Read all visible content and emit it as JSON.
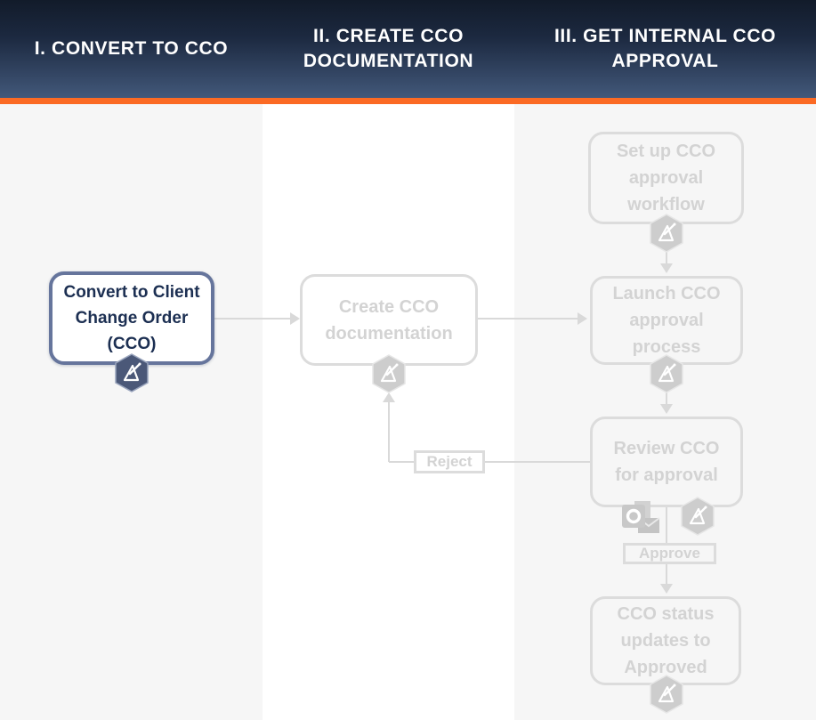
{
  "header": {
    "phases": [
      {
        "label": "I. Convert to CCO"
      },
      {
        "label": "II. Create CCO Documentation"
      },
      {
        "label": "III. Get Internal CCO Approval"
      }
    ]
  },
  "nodes": {
    "convert": {
      "label": "Convert to Client Change Order (CCO)",
      "state": "active"
    },
    "createDoc": {
      "label": "Create CCO documentation",
      "state": "inactive"
    },
    "setup": {
      "label": "Set up CCO approval workflow",
      "state": "inactive"
    },
    "launch": {
      "label": "Launch CCO approval process",
      "state": "inactive"
    },
    "review": {
      "label": "Review CCO for approval",
      "state": "inactive"
    },
    "status": {
      "label": "CCO status updates to Approved",
      "state": "inactive"
    }
  },
  "edge_labels": {
    "reject": "Reject",
    "approve": "Approve"
  },
  "icons": {
    "process_badge": "drafting-compass-hexagon-icon",
    "mail": "outlook-mail-icon"
  },
  "colors": {
    "accent": "#fb6a24",
    "header_top": "#121b2a",
    "header_bottom": "#42587a",
    "col_gray": "#f6f6f6",
    "col_white": "#ffffff",
    "active_border": "#66759c",
    "active_text": "#1c2f52",
    "active_badge_fill": "#4b5878",
    "active_badge_ring": "#9aa5bd",
    "faded_border": "#dcdcdc",
    "faded_text": "#d3d3d3",
    "faded_badge_fill": "#cdcdcd",
    "line": "#d9d9d9"
  }
}
